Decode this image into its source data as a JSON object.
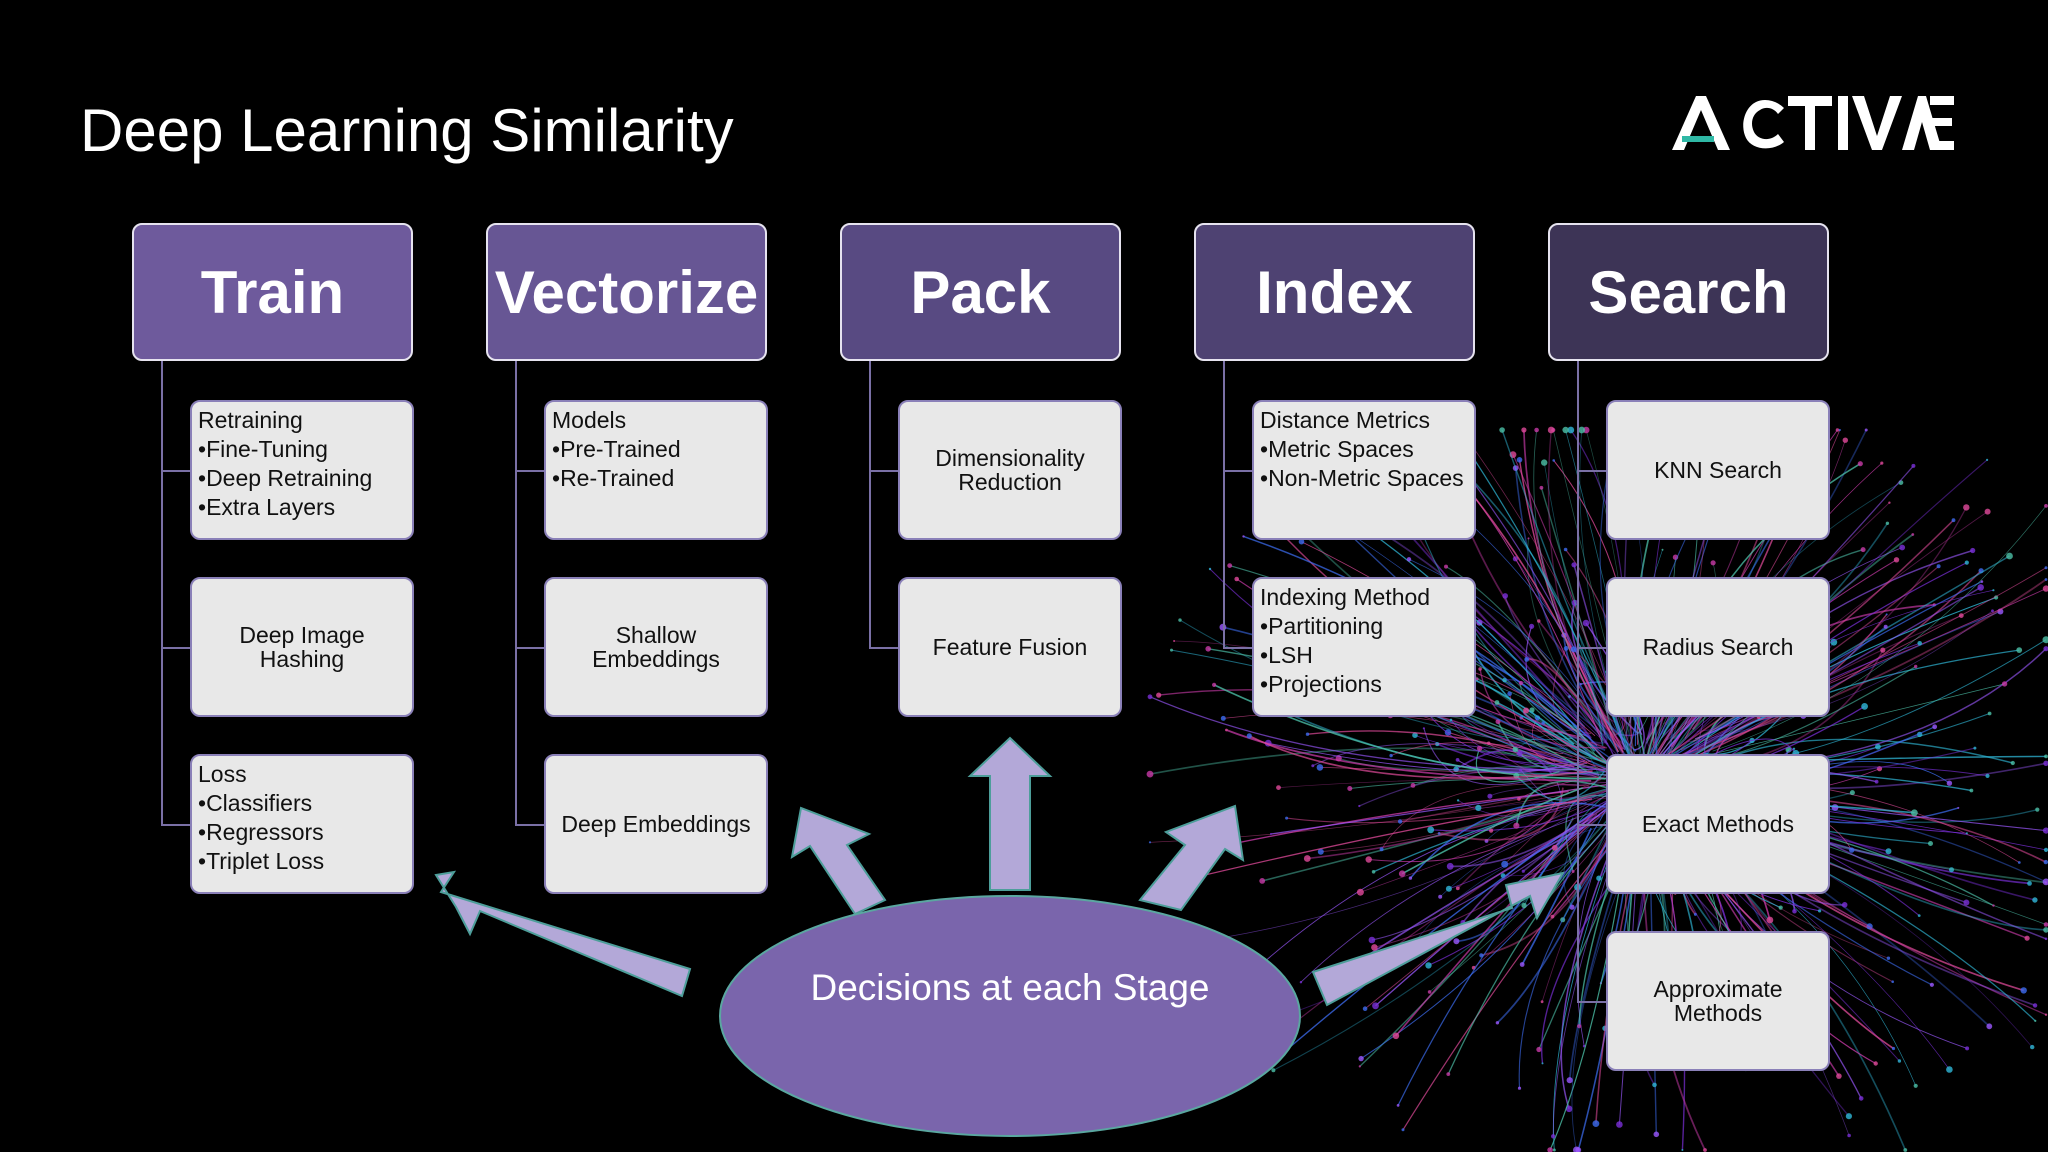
{
  "slide_title": "Deep Learning Similarity",
  "logo_text": "ACTIVATE",
  "colors": {
    "background": "#000000",
    "header_1": "#6e5a9c",
    "header_2": "#675694",
    "header_3": "#584a82",
    "header_4": "#4e4272",
    "header_5": "#3d3456",
    "box_fill": "#e8e8e8",
    "arrow_fill": "#b3a8d8",
    "ellipse_fill": "#7a65ac",
    "logo_accent": "#2fb8a5"
  },
  "stages": [
    {
      "name": "Train",
      "items": [
        {
          "heading": "Retraining",
          "bullets": [
            "Fine-Tuning",
            "Deep Retraining",
            "Extra Layers"
          ]
        },
        {
          "text": "Deep Image Hashing"
        },
        {
          "heading": "Loss",
          "bullets": [
            "Classifiers",
            "Regressors",
            "Triplet Loss"
          ]
        }
      ]
    },
    {
      "name": "Vectorize",
      "items": [
        {
          "heading": "Models",
          "bullets": [
            "Pre-Trained",
            "Re-Trained"
          ]
        },
        {
          "text": "Shallow Embeddings"
        },
        {
          "text": "Deep Embeddings"
        }
      ]
    },
    {
      "name": "Pack",
      "items": [
        {
          "text": "Dimensionality Reduction"
        },
        {
          "text": "Feature Fusion"
        }
      ]
    },
    {
      "name": "Index",
      "items": [
        {
          "heading": "Distance Metrics",
          "bullets": [
            "Metric Spaces",
            "Non-Metric Spaces"
          ]
        },
        {
          "heading": "Indexing Method",
          "bullets": [
            "Partitioning",
            "LSH",
            "Projections"
          ]
        }
      ]
    },
    {
      "name": "Search",
      "items": [
        {
          "text": "KNN Search"
        },
        {
          "text": "Radius Search"
        },
        {
          "text": "Exact Methods"
        },
        {
          "text": "Approximate Methods"
        }
      ]
    }
  ],
  "center_label": "Decisions at each Stage"
}
